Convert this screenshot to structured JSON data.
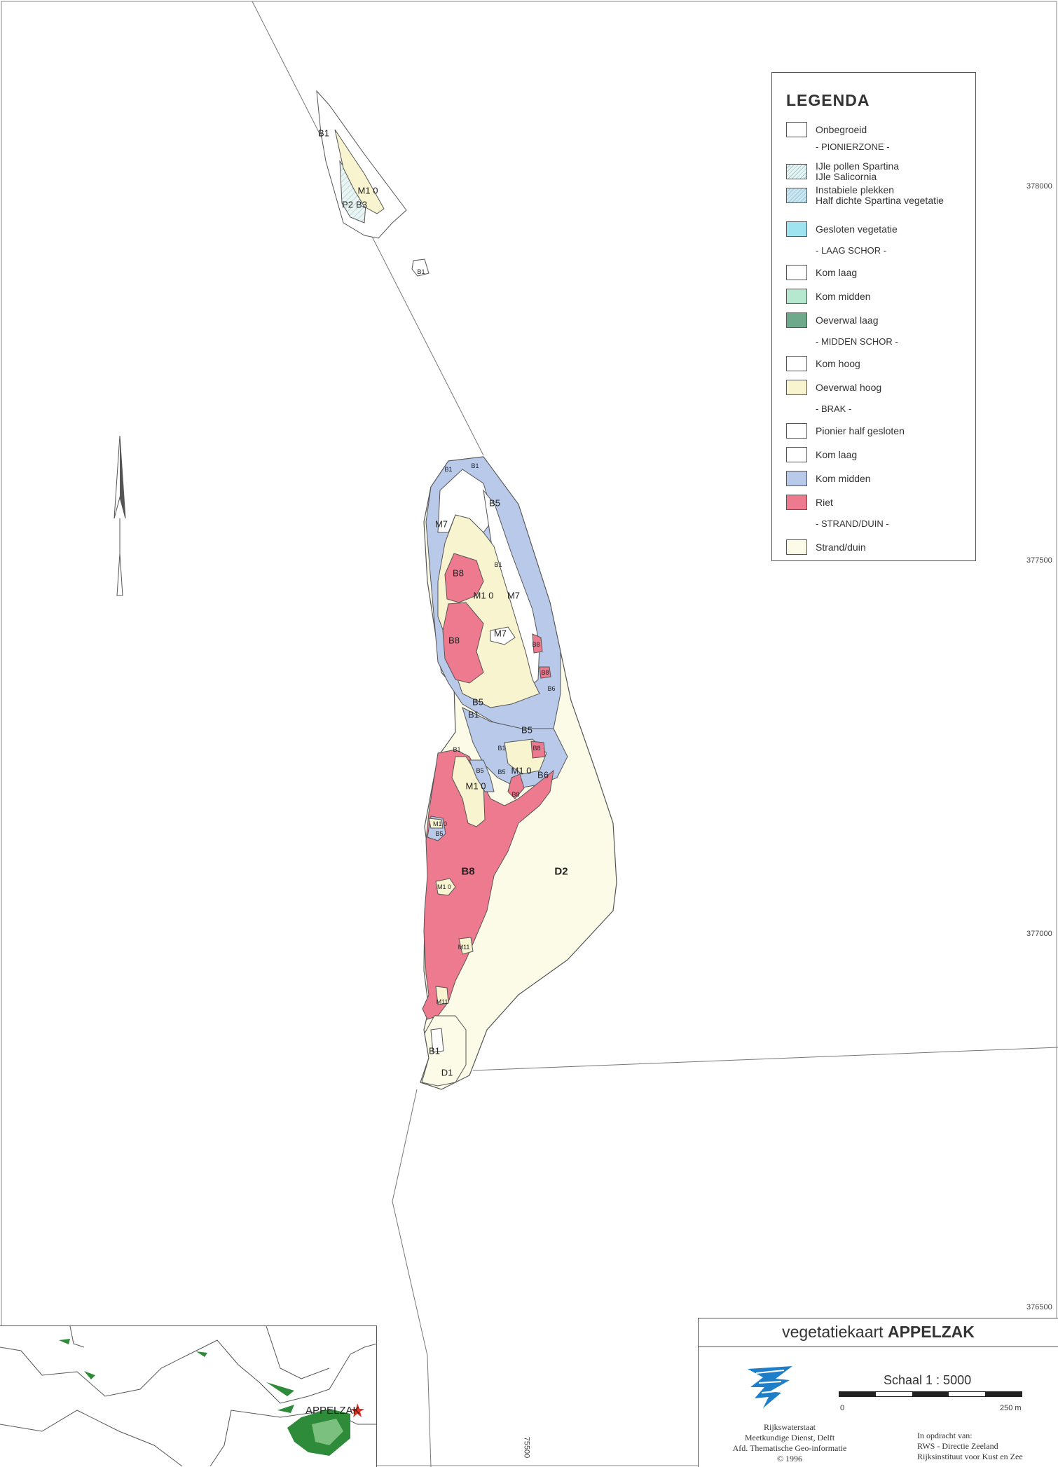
{
  "legend": {
    "title": "LEGENDA",
    "rows": [
      {
        "label": "Onbegroeid",
        "color": "#ffffff"
      },
      {
        "header": "- PIONIERZONE -"
      },
      {
        "label": "IJle pollen Spartina\nIJle Salicornia",
        "color": "#eaf5f2",
        "hatch": true
      },
      {
        "label": "Instabiele plekken\nHalf dichte Spartina vegetatie",
        "color": "#cbe6f3",
        "hatch": true
      },
      {
        "label": "Gesloten vegetatie",
        "color": "#9ee3ef"
      },
      {
        "header": "- LAAG SCHOR -"
      },
      {
        "label": "Kom laag",
        "color": "#ffffff"
      },
      {
        "label": "Kom midden",
        "color": "#b5e8cf"
      },
      {
        "label": "Oeverwal laag",
        "color": "#6fa98c"
      },
      {
        "header": "- MIDDEN SCHOR -"
      },
      {
        "label": "Kom hoog",
        "color": "#ffffff"
      },
      {
        "label": "Oeverwal hoog",
        "color": "#f8f4cf"
      },
      {
        "header": "- BRAK -"
      },
      {
        "label": "Pionier half gesloten",
        "color": "#ffffff"
      },
      {
        "label": "Kom laag",
        "color": "#ffffff"
      },
      {
        "label": "Kom midden",
        "color": "#b8c9ea"
      },
      {
        "label": "Riet",
        "color": "#ee7a90"
      },
      {
        "header": "- STRAND/DUIN -"
      },
      {
        "label": "Strand/duin",
        "color": "#fbfbe8"
      }
    ]
  },
  "coordinates": {
    "right": [
      "378000",
      "377500",
      "377000",
      "376500"
    ],
    "bottom": "75500"
  },
  "map_labels": [
    "B1",
    "M1 0",
    "P2",
    "B3",
    "B1",
    "B1",
    "B1",
    "B5",
    "M7",
    "B8",
    "B1",
    "M1 0",
    "M7",
    "M7",
    "B8",
    "B8",
    "B8",
    "B6",
    "B5",
    "B1",
    "B5",
    "B1",
    "B8",
    "B1",
    "B5",
    "B5",
    "M1 0",
    "B6",
    "B8",
    "M1 0",
    "M1 0",
    "B5",
    "B8",
    "M1 0",
    "D2",
    "M11",
    "M11",
    "B1",
    "D1"
  ],
  "title_block": {
    "title_prefix": "vegetatiekaart",
    "title_name": "APPELZAK",
    "scale": "Schaal 1 : 5000",
    "scale_start": "0",
    "scale_end": "250 m",
    "org_lines": [
      "Rijkswaterstaat",
      "Meetkundige Dienst, Delft",
      "Afd. Thematische Geo-informatie",
      "© 1996"
    ],
    "client_lines": [
      "In opdracht van:",
      "RWS - Directie Zeeland",
      "Rijksinstituut voor Kust en Zee"
    ]
  },
  "inset": {
    "label": "APPELZAK",
    "marker_color": "#e0301e",
    "vegetation_color": "#2e8b3a"
  },
  "colors": {
    "riet": "#ee7a90",
    "kom_midden_brak": "#b8c9ea",
    "oeverwal_hoog": "#f8f4cf",
    "strand_duin": "#fbfbe8",
    "kom_hoog": "#ffffff",
    "outline": "#555555"
  }
}
